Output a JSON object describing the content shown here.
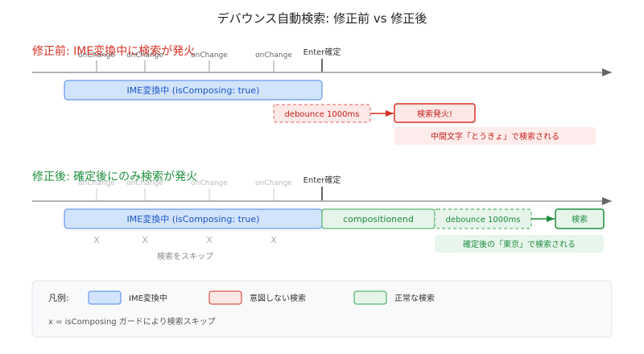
{
  "title": "デバウンス自動検索: 修正前 vs 修正後",
  "colors": {
    "red": "#d93025",
    "green": "#1e8e3e",
    "blue_fill": "#d2e3fc",
    "blue_stroke": "#4a86e8",
    "red_fill": "#fce8e6",
    "green_fill": "#e6f4ea",
    "axis": "#666666",
    "muted": "#888888"
  },
  "before": {
    "heading": "修正前: IME変換中に検索が発火",
    "events": [
      "onChange",
      "onChange",
      "onChange",
      "onChange"
    ],
    "enter_label": "Enter確定",
    "ime_bar": "IME変換中 (isComposing: true)",
    "debounce": "debounce 1000ms",
    "result": "検索発火!",
    "note": "中間文字「とうきょ」で検索される"
  },
  "after": {
    "heading": "修正後: 確定後にのみ検索が発火",
    "events": [
      "onChange",
      "onChange",
      "onChange",
      "onChange"
    ],
    "enter_label": "Enter確定",
    "ime_bar": "IME変換中 (isComposing: true)",
    "composition_end": "compositionend",
    "debounce": "debounce 1000ms",
    "result": "検索",
    "note": "確定後の「東京」で検索される",
    "skip_marks": [
      "X",
      "X",
      "X",
      "X"
    ],
    "skip_label": "検索をスキップ"
  },
  "legend": {
    "title": "凡例:",
    "items": [
      "IME変換中",
      "意図しない検索",
      "正常な検索"
    ],
    "footnote": "x = isComposing ガードにより検索スキップ"
  }
}
